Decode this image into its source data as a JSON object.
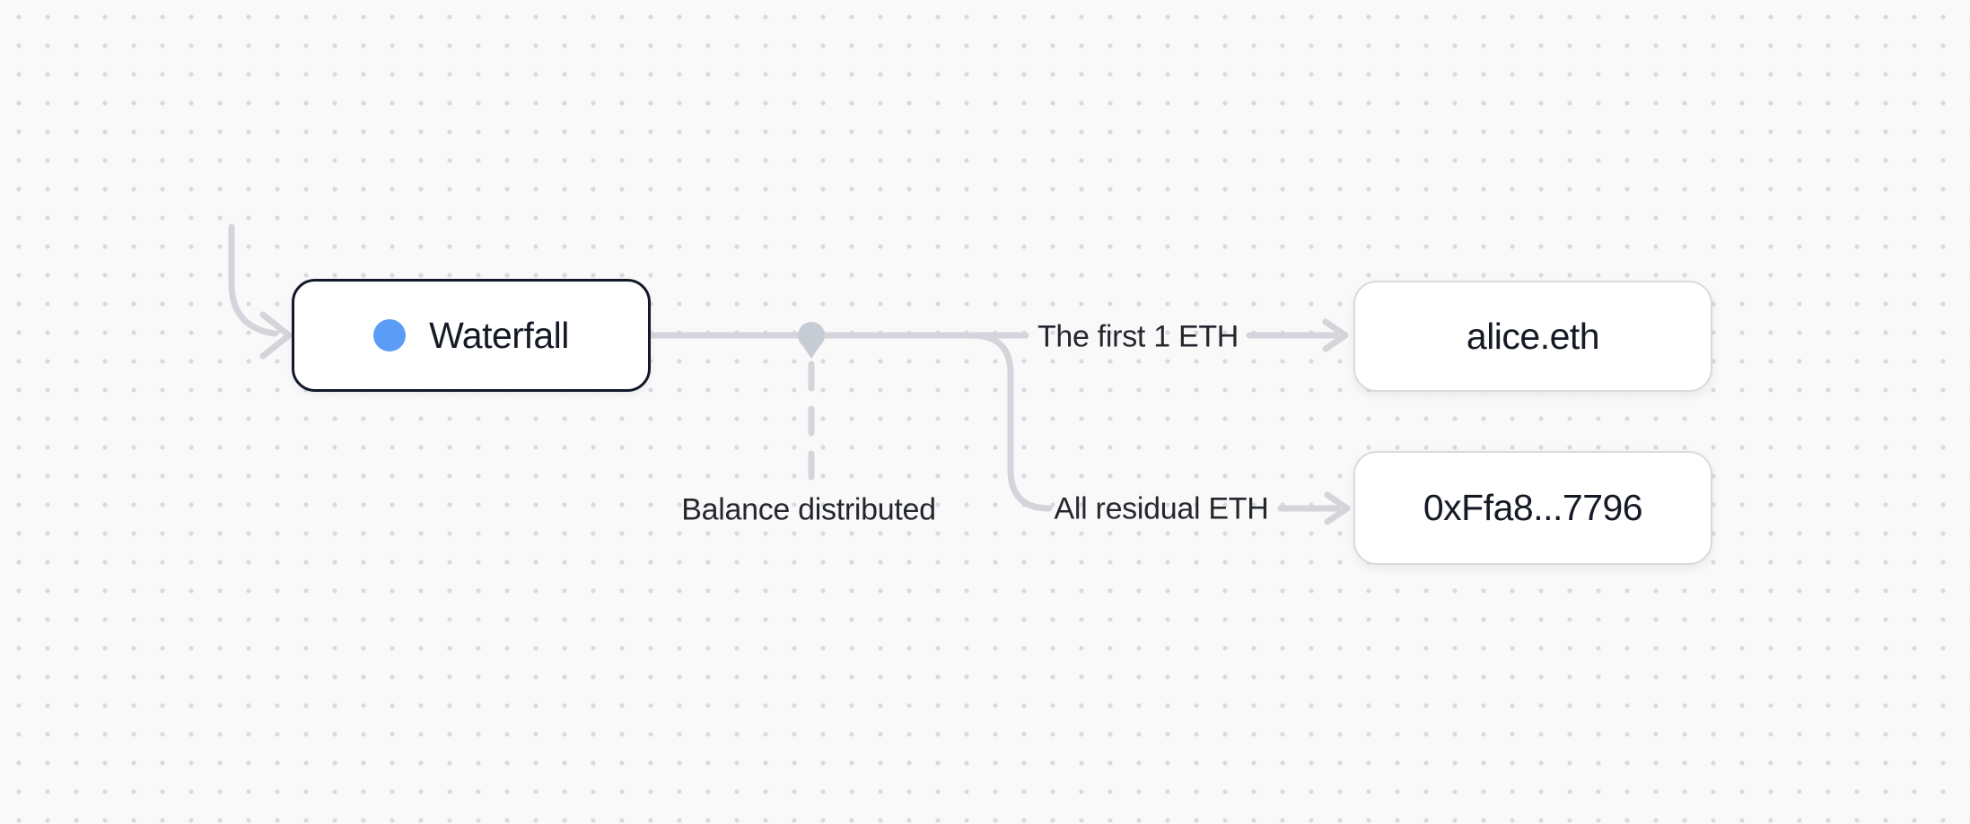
{
  "colors": {
    "bg": "#f9f9fa",
    "dot_grid": "#d9dadd",
    "edge_gray": "#d3d5da",
    "junction_gray": "#c6ccd4",
    "node_bg": "#ffffff",
    "node_border_dark": "#111827",
    "node_border_light": "#d8dade",
    "node_text": "#161a26",
    "label_text": "#24272d",
    "accent_blue": "#5b9df6"
  },
  "nodes": [
    {
      "id": "waterfall",
      "label": "Waterfall",
      "icon": "blue-dot-icon"
    },
    {
      "id": "recipient_alice",
      "label": "alice.eth"
    },
    {
      "id": "recipient_address",
      "label": "0xFfa8...7796"
    }
  ],
  "edges": [
    {
      "from": "waterfall",
      "to": "recipient_alice",
      "label": "The first 1 ETH"
    },
    {
      "from": "waterfall",
      "to": "recipient_address",
      "label": "All residual ETH"
    },
    {
      "from": "waterfall",
      "label": "Balance distributed"
    }
  ]
}
